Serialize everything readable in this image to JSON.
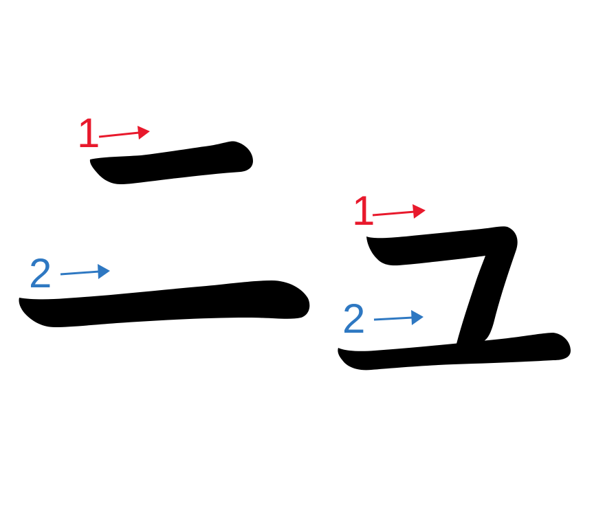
{
  "glyphs": [
    {
      "character": "ニ",
      "strokes": [
        {
          "order": "1",
          "color": "#e8192c",
          "direction": "left-to-right"
        },
        {
          "order": "2",
          "color": "#2e78c2",
          "direction": "left-to-right"
        }
      ]
    },
    {
      "character": "ュ",
      "strokes": [
        {
          "order": "1",
          "color": "#e8192c",
          "direction": "left-to-right"
        },
        {
          "order": "2",
          "color": "#2e78c2",
          "direction": "left-to-right"
        }
      ]
    }
  ],
  "colors": {
    "first_stroke": "#e8192c",
    "second_stroke": "#2e78c2",
    "ink": "#000000",
    "background": "#ffffff"
  },
  "icons": {
    "direction_arrow": "right-arrow-icon"
  }
}
